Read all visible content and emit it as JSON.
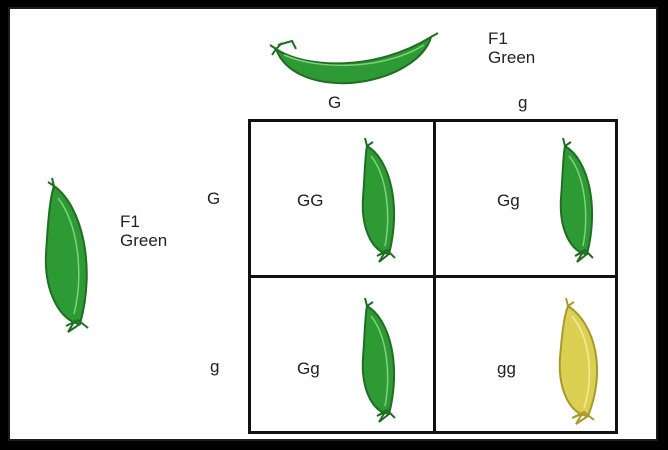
{
  "top_parent": {
    "label_line1": "F1",
    "label_line2": "Green"
  },
  "left_parent": {
    "label_line1": "F1",
    "label_line2": "Green"
  },
  "column_alleles": [
    "G",
    "g"
  ],
  "row_alleles": [
    "G",
    "g"
  ],
  "cells": [
    {
      "genotype": "GG",
      "pod_color": "green"
    },
    {
      "genotype": "Gg",
      "pod_color": "green"
    },
    {
      "genotype": "Gg",
      "pod_color": "green"
    },
    {
      "genotype": "gg",
      "pod_color": "yellow"
    }
  ],
  "colors": {
    "green_pod": "#2e9a33",
    "green_pod_dark": "#1f6e24",
    "yellow_pod": "#dcd053",
    "yellow_pod_dark": "#a89a2a"
  }
}
